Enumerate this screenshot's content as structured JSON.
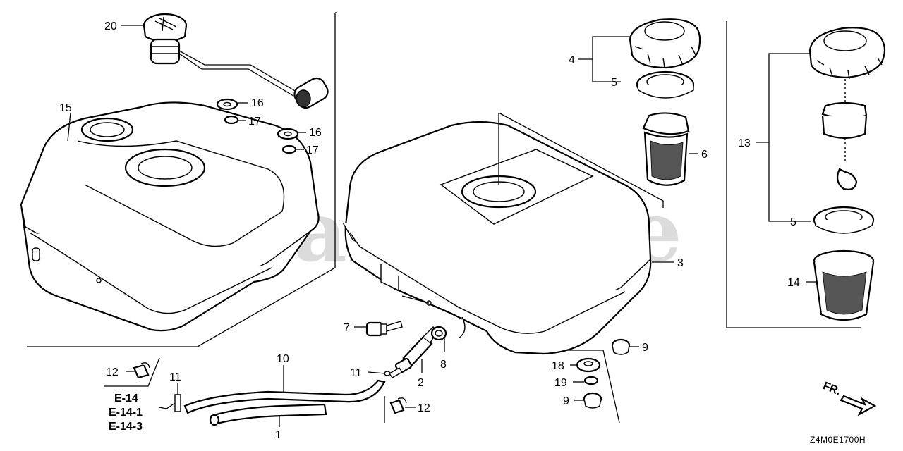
{
  "watermark": "PartsTree",
  "diagram_code": "Z4M0E1700H",
  "direction_label": "FR.",
  "reference_sections": [
    "E-14",
    "E-14-1",
    "E-14-3"
  ],
  "colors": {
    "line": "#000000",
    "watermark": "#cfcfcf",
    "background": "#ffffff"
  },
  "callouts": [
    {
      "id": "c20",
      "label": "20",
      "part": "fuel-gauge-sender"
    },
    {
      "id": "c15",
      "label": "15",
      "part": "fuel-tank-left"
    },
    {
      "id": "c16a",
      "label": "16",
      "part": "washer"
    },
    {
      "id": "c17a",
      "label": "17",
      "part": "washer-small"
    },
    {
      "id": "c16b",
      "label": "16",
      "part": "washer"
    },
    {
      "id": "c17b",
      "label": "17",
      "part": "washer-small"
    },
    {
      "id": "c4",
      "label": "4",
      "part": "fuel-filler-cap"
    },
    {
      "id": "c5a",
      "label": "5",
      "part": "cap-seal"
    },
    {
      "id": "c6",
      "label": "6",
      "part": "fuel-strainer"
    },
    {
      "id": "c3",
      "label": "3",
      "part": "fuel-tank-right"
    },
    {
      "id": "c13",
      "label": "13",
      "part": "cap-assembly-with-chain"
    },
    {
      "id": "c5b",
      "label": "5",
      "part": "cap-seal"
    },
    {
      "id": "c14",
      "label": "14",
      "part": "filler-screen"
    },
    {
      "id": "c7",
      "label": "7",
      "part": "bolt"
    },
    {
      "id": "c8",
      "label": "8",
      "part": "washer-ring"
    },
    {
      "id": "c2",
      "label": "2",
      "part": "fuel-valve"
    },
    {
      "id": "c11a",
      "label": "11",
      "part": "clip"
    },
    {
      "id": "c10",
      "label": "10",
      "part": "fuel-tube"
    },
    {
      "id": "c11b",
      "label": "11",
      "part": "clip"
    },
    {
      "id": "c1",
      "label": "1",
      "part": "fuel-tube-short"
    },
    {
      "id": "c12a",
      "label": "12",
      "part": "clamp"
    },
    {
      "id": "c12b",
      "label": "12",
      "part": "clamp"
    },
    {
      "id": "c9a",
      "label": "9",
      "part": "grommet"
    },
    {
      "id": "c18",
      "label": "18",
      "part": "washer-thick"
    },
    {
      "id": "c19",
      "label": "19",
      "part": "washer-thin"
    },
    {
      "id": "c9b",
      "label": "9",
      "part": "grommet"
    }
  ]
}
